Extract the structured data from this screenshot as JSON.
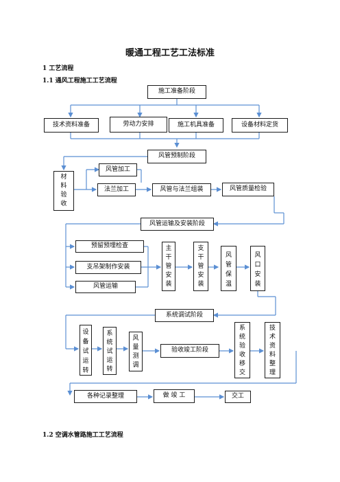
{
  "doc": {
    "title": "暖通工程工艺工法标准",
    "h1": "1 工艺流程",
    "h11": "1.1 通风工程施工工艺流程",
    "h12": "1.2 空调水管路施工工艺流程"
  },
  "colors": {
    "line": "#5b8fd3",
    "border": "#1a1a1a"
  },
  "flow": {
    "prep_stage": "施工准备阶段",
    "tech_prep": "技术资料准备",
    "labor": "劳动力安排",
    "tools": "施工机具准备",
    "materials": "设备材料定货",
    "prefab_stage": "风管预制阶段",
    "material_check": [
      "材",
      "料",
      "验",
      "收"
    ],
    "duct_process": "风管加工",
    "flange_process": "法兰加工",
    "duct_flange_assembly": "风管与法兰组装",
    "duct_quality": "风管质量检验",
    "transport_stage": "风管运输及安装阶段",
    "embed_check": "预留预埋检查",
    "hanger": "支吊架制作安装",
    "duct_transport": "风管运输",
    "main_pipe": [
      "主",
      "干",
      "管",
      "安",
      "装"
    ],
    "branch_pipe": [
      "支",
      "干",
      "管",
      "安",
      "装"
    ],
    "insulation": [
      "风",
      "管",
      "保",
      "温"
    ],
    "outlet": [
      "风",
      "口",
      "安",
      "装"
    ],
    "debug_stage": "系统调试阶段",
    "equip_test": [
      "设",
      "备",
      "试",
      "运",
      "转"
    ],
    "sys_test": [
      "系",
      "统",
      "试",
      "运",
      "转"
    ],
    "air_measure": [
      "风",
      "量",
      "测",
      "调"
    ],
    "acceptance": "验收竣工阶段",
    "handover": [
      "系",
      "统",
      "验",
      "收",
      "移",
      "交"
    ],
    "tech_docs": [
      "技",
      "术",
      "资",
      "料",
      "整",
      "理"
    ],
    "records": "各种记录整理",
    "as_built": "做 竣 工",
    "deliver": "交工"
  }
}
